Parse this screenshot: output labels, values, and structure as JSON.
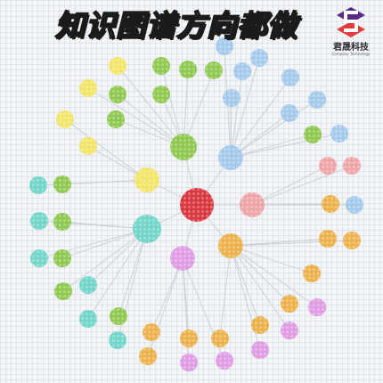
{
  "headline": "知识图谱方向都做",
  "brand": {
    "name": "君晟科技",
    "sub": "Company Technology"
  },
  "colors": {
    "center": "#d7262f",
    "green": "#86c440",
    "yellow": "#f2e35a",
    "teal": "#66d2c4",
    "blue": "#9cc6ea",
    "pink": "#ee9da0",
    "orange": "#ebab3c",
    "violet": "#dd94e2",
    "link": "#c9ced6",
    "brand_purple": "#5a2a86",
    "brand_red": "#e23b3b"
  }
}
